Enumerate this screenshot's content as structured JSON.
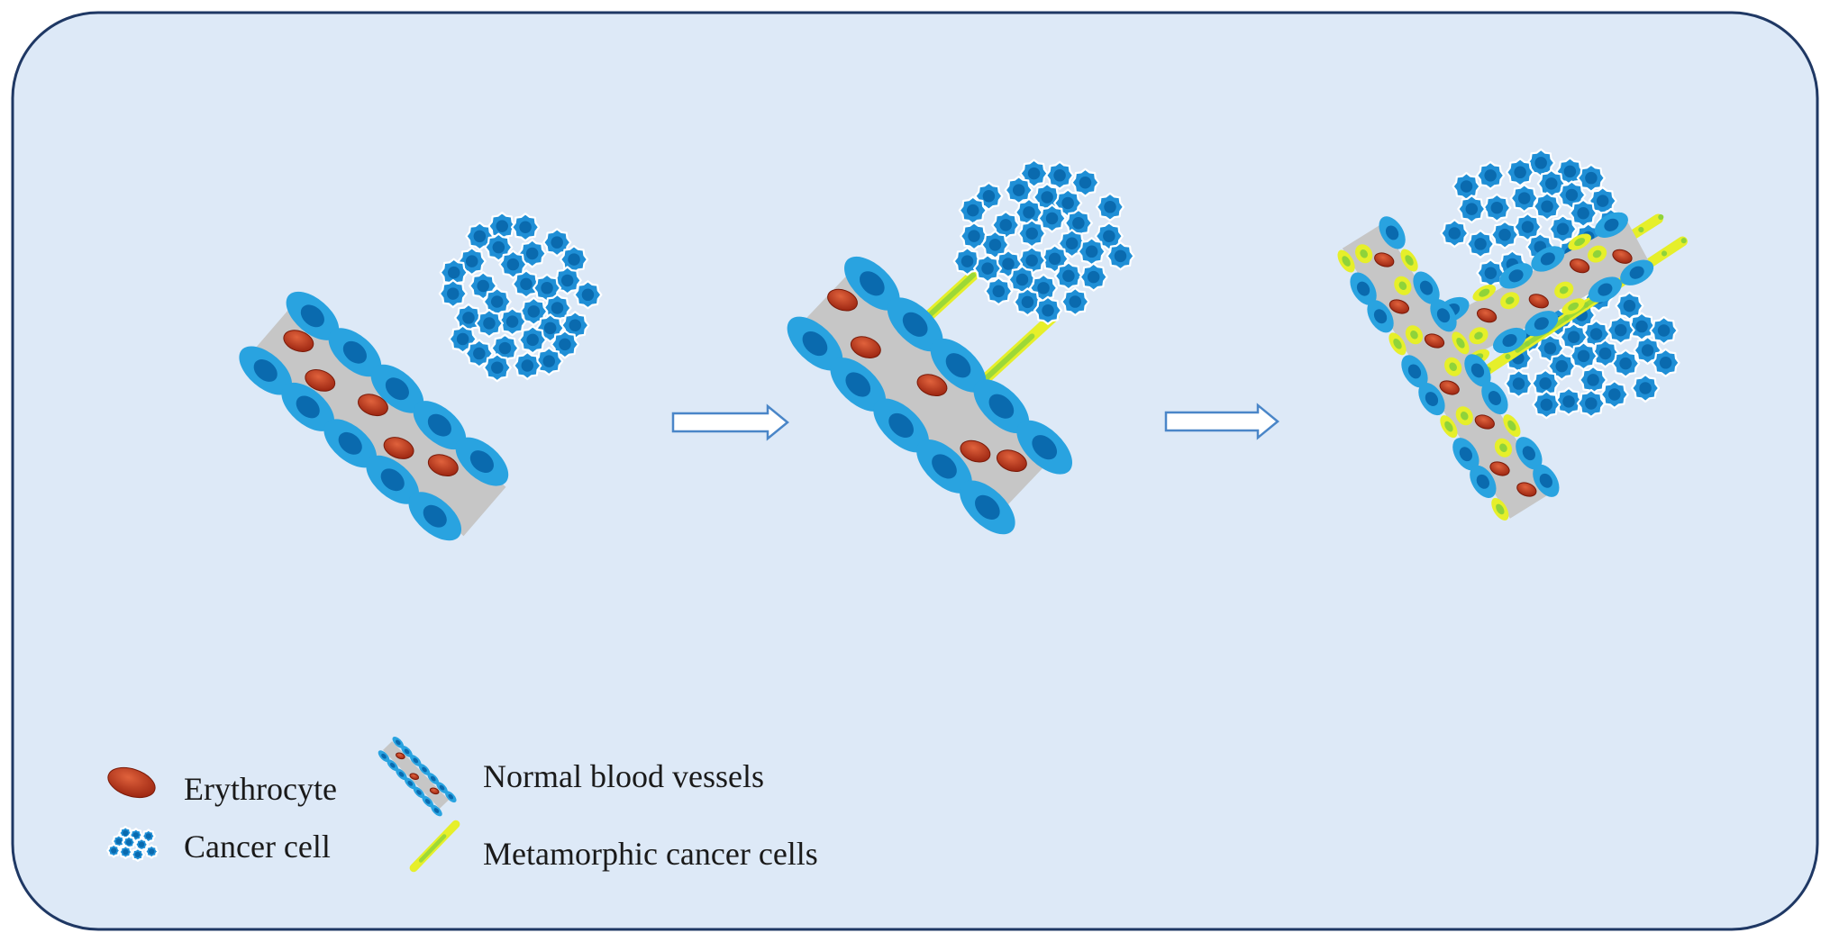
{
  "colors": {
    "panel_fill": "#dde9f7",
    "panel_border": "#1f3864",
    "endothelial_cell": "#29a3e0",
    "endothelial_nucleus": "#0a6aae",
    "vessel_lumen": "#c6c6c6",
    "erythrocyte": "#b8351c",
    "cancer_cell": "#1f8fd6",
    "metamorphic_cell": "#e6ef2a",
    "metamorphic_cell_green": "#8fd33a",
    "arrow_stroke": "#4a86c8"
  },
  "stages": [
    {
      "name": "stage-normal-vessel-and-tumor"
    },
    {
      "name": "stage-vasculogenic-mimicry-channels"
    },
    {
      "name": "stage-mosaic-vessels"
    }
  ],
  "arrows": [
    {
      "name": "transition-arrow-1",
      "icon": "hollow-right-arrow-icon"
    },
    {
      "name": "transition-arrow-2",
      "icon": "hollow-right-arrow-icon"
    }
  ],
  "legend": {
    "erythrocyte": {
      "label": "Erythrocyte",
      "icon": "erythrocyte-icon"
    },
    "cancer_cell": {
      "label": "Cancer cell",
      "icon": "cancer-cell-cluster-icon"
    },
    "normal_vessels": {
      "label": "Normal blood vessels",
      "icon": "normal-vessel-icon"
    },
    "metamorphic": {
      "label": "Metamorphic cancer cells",
      "icon": "metamorphic-cancer-cell-icon"
    }
  }
}
